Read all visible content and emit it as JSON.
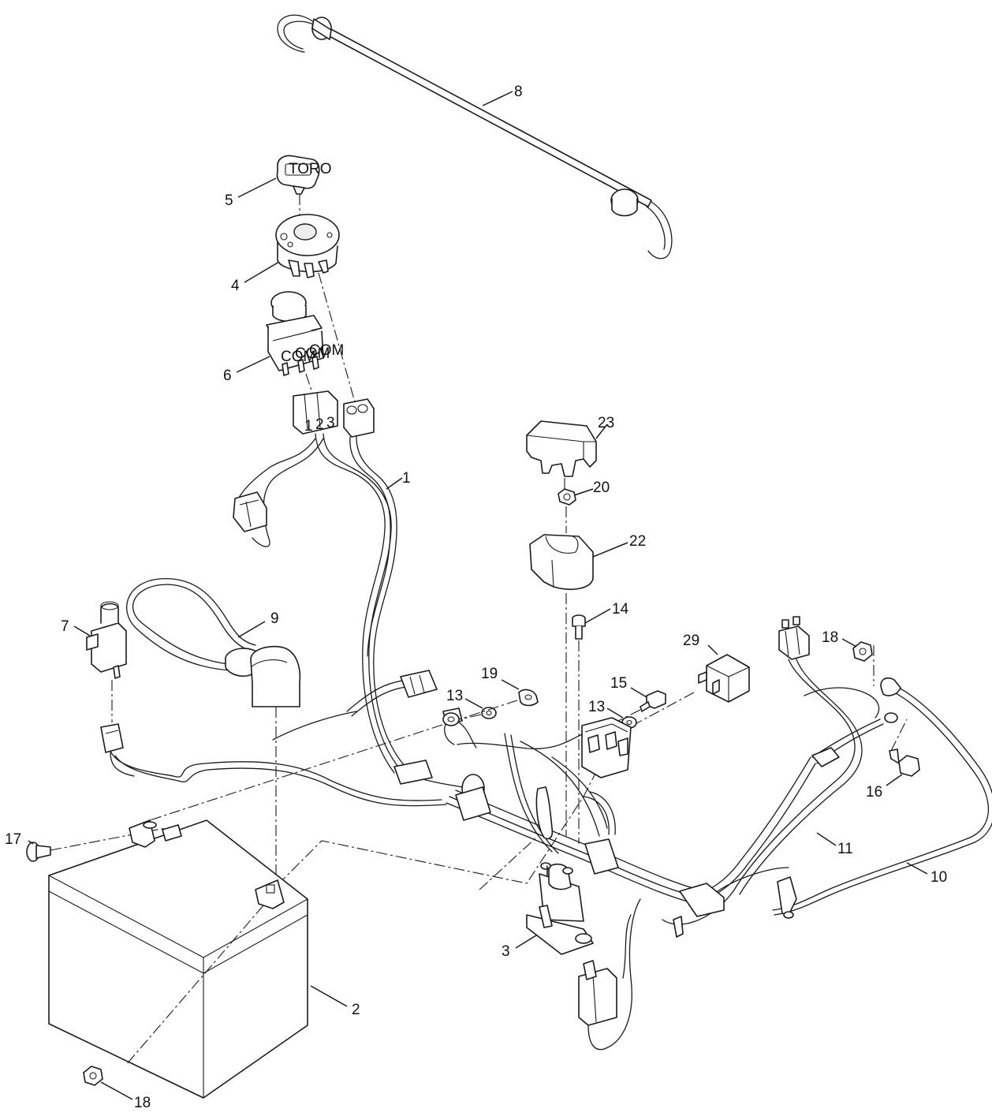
{
  "figure": {
    "background": "#ffffff",
    "line_color": "#1a1a1a",
    "callouts": [
      {
        "id": "c1",
        "text": "1"
      },
      {
        "id": "c2",
        "text": "2"
      },
      {
        "id": "c3",
        "text": "3"
      },
      {
        "id": "c4",
        "text": "4"
      },
      {
        "id": "c5",
        "text": "5"
      },
      {
        "id": "c6",
        "text": "6"
      },
      {
        "id": "c7",
        "text": "7"
      },
      {
        "id": "c8",
        "text": "8"
      },
      {
        "id": "c9",
        "text": "9"
      },
      {
        "id": "c10",
        "text": "10"
      },
      {
        "id": "c11",
        "text": "11"
      },
      {
        "id": "c13a",
        "text": "13"
      },
      {
        "id": "c13b",
        "text": "13"
      },
      {
        "id": "c14",
        "text": "14"
      },
      {
        "id": "c15",
        "text": "15"
      },
      {
        "id": "c16",
        "text": "16"
      },
      {
        "id": "c17",
        "text": "17"
      },
      {
        "id": "c18a",
        "text": "18"
      },
      {
        "id": "c18b",
        "text": "18"
      },
      {
        "id": "c19",
        "text": "19"
      },
      {
        "id": "c20",
        "text": "20"
      },
      {
        "id": "c22",
        "text": "22"
      },
      {
        "id": "c23",
        "text": "23"
      },
      {
        "id": "c29",
        "text": "29"
      }
    ],
    "component_labels": {
      "ignition_key": "TORO",
      "pto_switch_terminals": [
        "COM",
        "COM",
        "COM"
      ],
      "connector_pins": [
        "1",
        "2",
        "3"
      ]
    }
  }
}
